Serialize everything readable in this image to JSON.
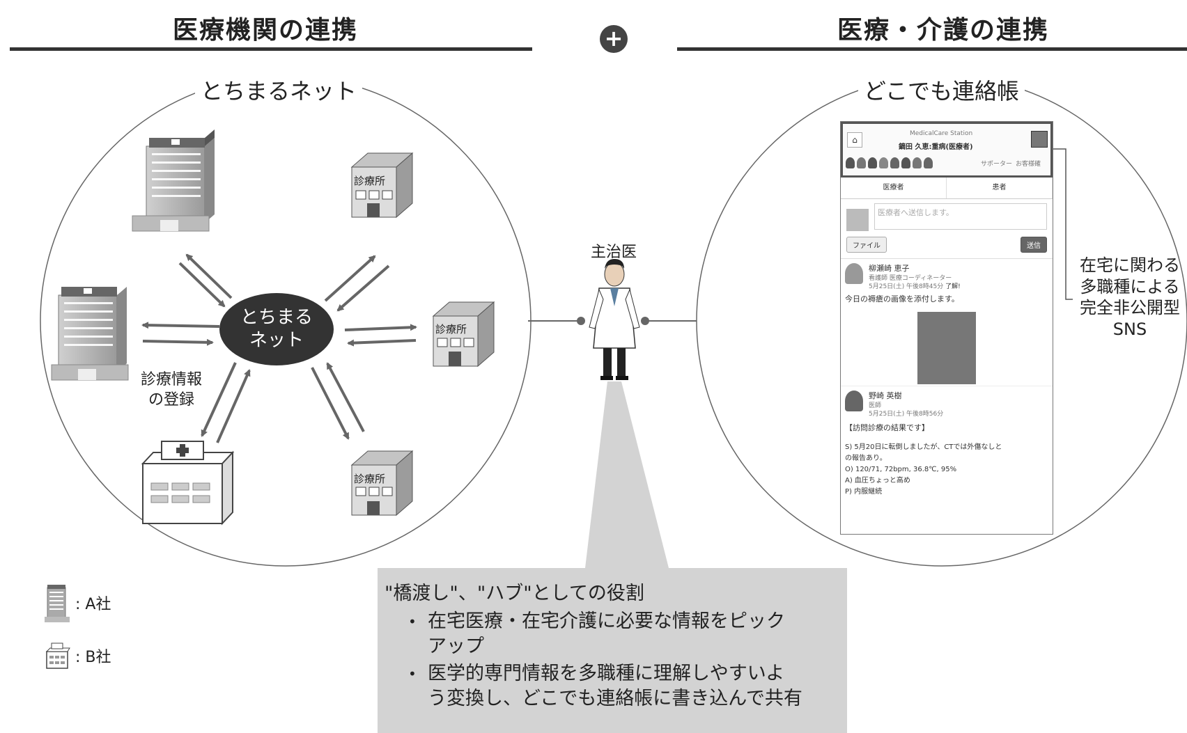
{
  "header": {
    "left_title": "医療機関の連携",
    "right_title": "医療・介護の連携"
  },
  "left_circle": {
    "label": "とちまるネット",
    "hub_line1": "とちまる",
    "hub_line2": "ネット",
    "clinic_sign": "診療所",
    "registration_line1": "診療情報",
    "registration_line2": "の登録"
  },
  "center": {
    "doctor_label": "主治医"
  },
  "right_circle": {
    "label": "どこでも連絡帳",
    "sns_line1": "在宅に関わる",
    "sns_line2": "多職種による",
    "sns_line3": "完全非公開型",
    "sns_line4": "SNS"
  },
  "phone": {
    "app_title": "MedicalCare Station",
    "patient_line": "鏑田 久恵:重病(医療者)",
    "supporter_link": "サポーター",
    "recipient_link": "お客様確",
    "tab_1": "医療者",
    "tab_2": "患者",
    "post_placeholder": "医療者へ送信します。",
    "file_button": "ファイル",
    "send_button": "送信",
    "post1_name": "柳瀬崎 恵子",
    "post1_role": "看護師 医療コーディネーター",
    "post1_time": "5月25日(土) 午後8時45分",
    "post1_ack": "了解!",
    "post1_text": "今日の褥瘡の画像を添付します。",
    "post2_name": "野崎 英樹",
    "post2_role": "医師",
    "post2_time": "5月25日(土) 午後8時56分",
    "post2_title": "【訪問診療の結果です】",
    "post2_s1": "S) 5月20日に転倒しましたが、CTでは外傷なしと",
    "post2_s2": "の報告あり。",
    "post2_o": "O) 120/71, 72bpm, 36.8℃, 95%",
    "post2_a": "A) 血圧ちょっと高め",
    "post2_p": "P) 内服継続"
  },
  "legend": {
    "a_label": ": A社",
    "b_label": ": B社"
  },
  "role_box": {
    "heading": "\"橋渡し\"、\"ハブ\"としての役割",
    "bullet1_line1": "在宅医療・在宅介護に必要な情報をピック",
    "bullet1_line2": "アップ",
    "bullet2_line1": "医学的専門情報を多職種に理解しやすいよ",
    "bullet2_line2": "う変換し、どこでも連絡帳に書き込んで共有"
  }
}
